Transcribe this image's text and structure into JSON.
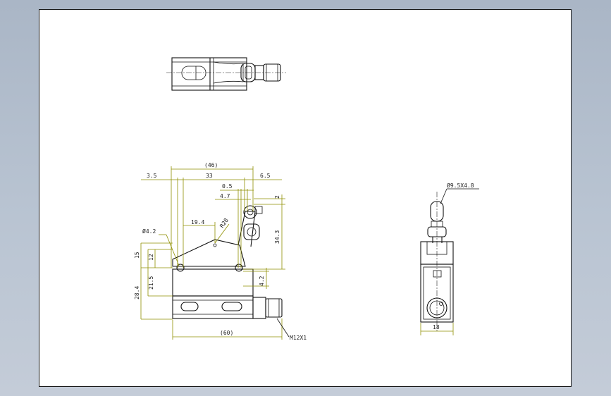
{
  "drawing": {
    "dims": {
      "overall_width": "(46)",
      "left_offset": "3.5",
      "center_span": "33",
      "right_offset": "6.5",
      "roller_offset": "0.5",
      "roller_pos": "4.7",
      "top_gap": "2",
      "lever_length": "19.4",
      "radius": "R28",
      "hole_dia": "Ø4.2",
      "height_15": "15",
      "height_12": "12",
      "height_21_5": "21.5",
      "height_28_4": "28.4",
      "height_34_3": "34.3",
      "height_4_2": "4.2",
      "base_length": "(60)",
      "thread": "M12X1",
      "roller_size": "Ø9.5X4.8",
      "side_width": "18"
    }
  }
}
